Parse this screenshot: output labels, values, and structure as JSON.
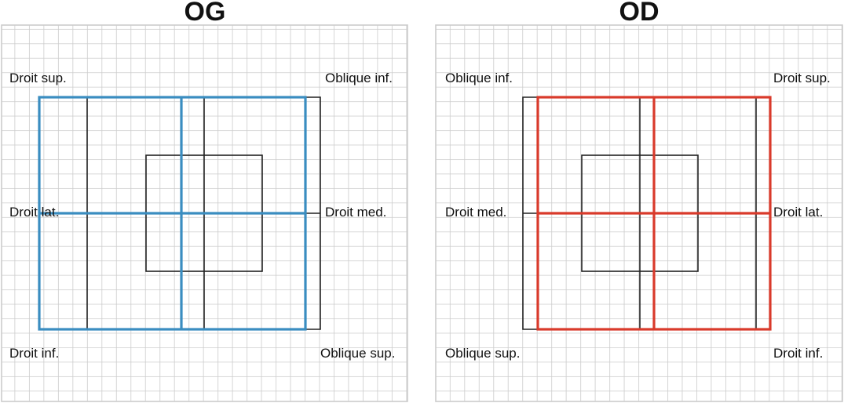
{
  "panels": [
    {
      "id": "left",
      "title": "OG",
      "accent": "#3a8dc0",
      "labels": {
        "top_left": "Droit sup.",
        "top_right": "Oblique inf.",
        "mid_left": "Droit lat.",
        "mid_right": "Droit med.",
        "bottom_left": "Droit inf.",
        "bottom_right": "Oblique sup."
      }
    },
    {
      "id": "right",
      "title": "OD",
      "accent": "#d93a2b",
      "labels": {
        "top_left": "Oblique inf.",
        "top_right": "Droit sup.",
        "mid_left": "Droit med.",
        "mid_right": "Droit lat.",
        "bottom_left": "Oblique sup.",
        "bottom_right": "Droit inf."
      }
    }
  ],
  "colors": {
    "grid": "#cccccc",
    "black_lines": "#222222"
  }
}
